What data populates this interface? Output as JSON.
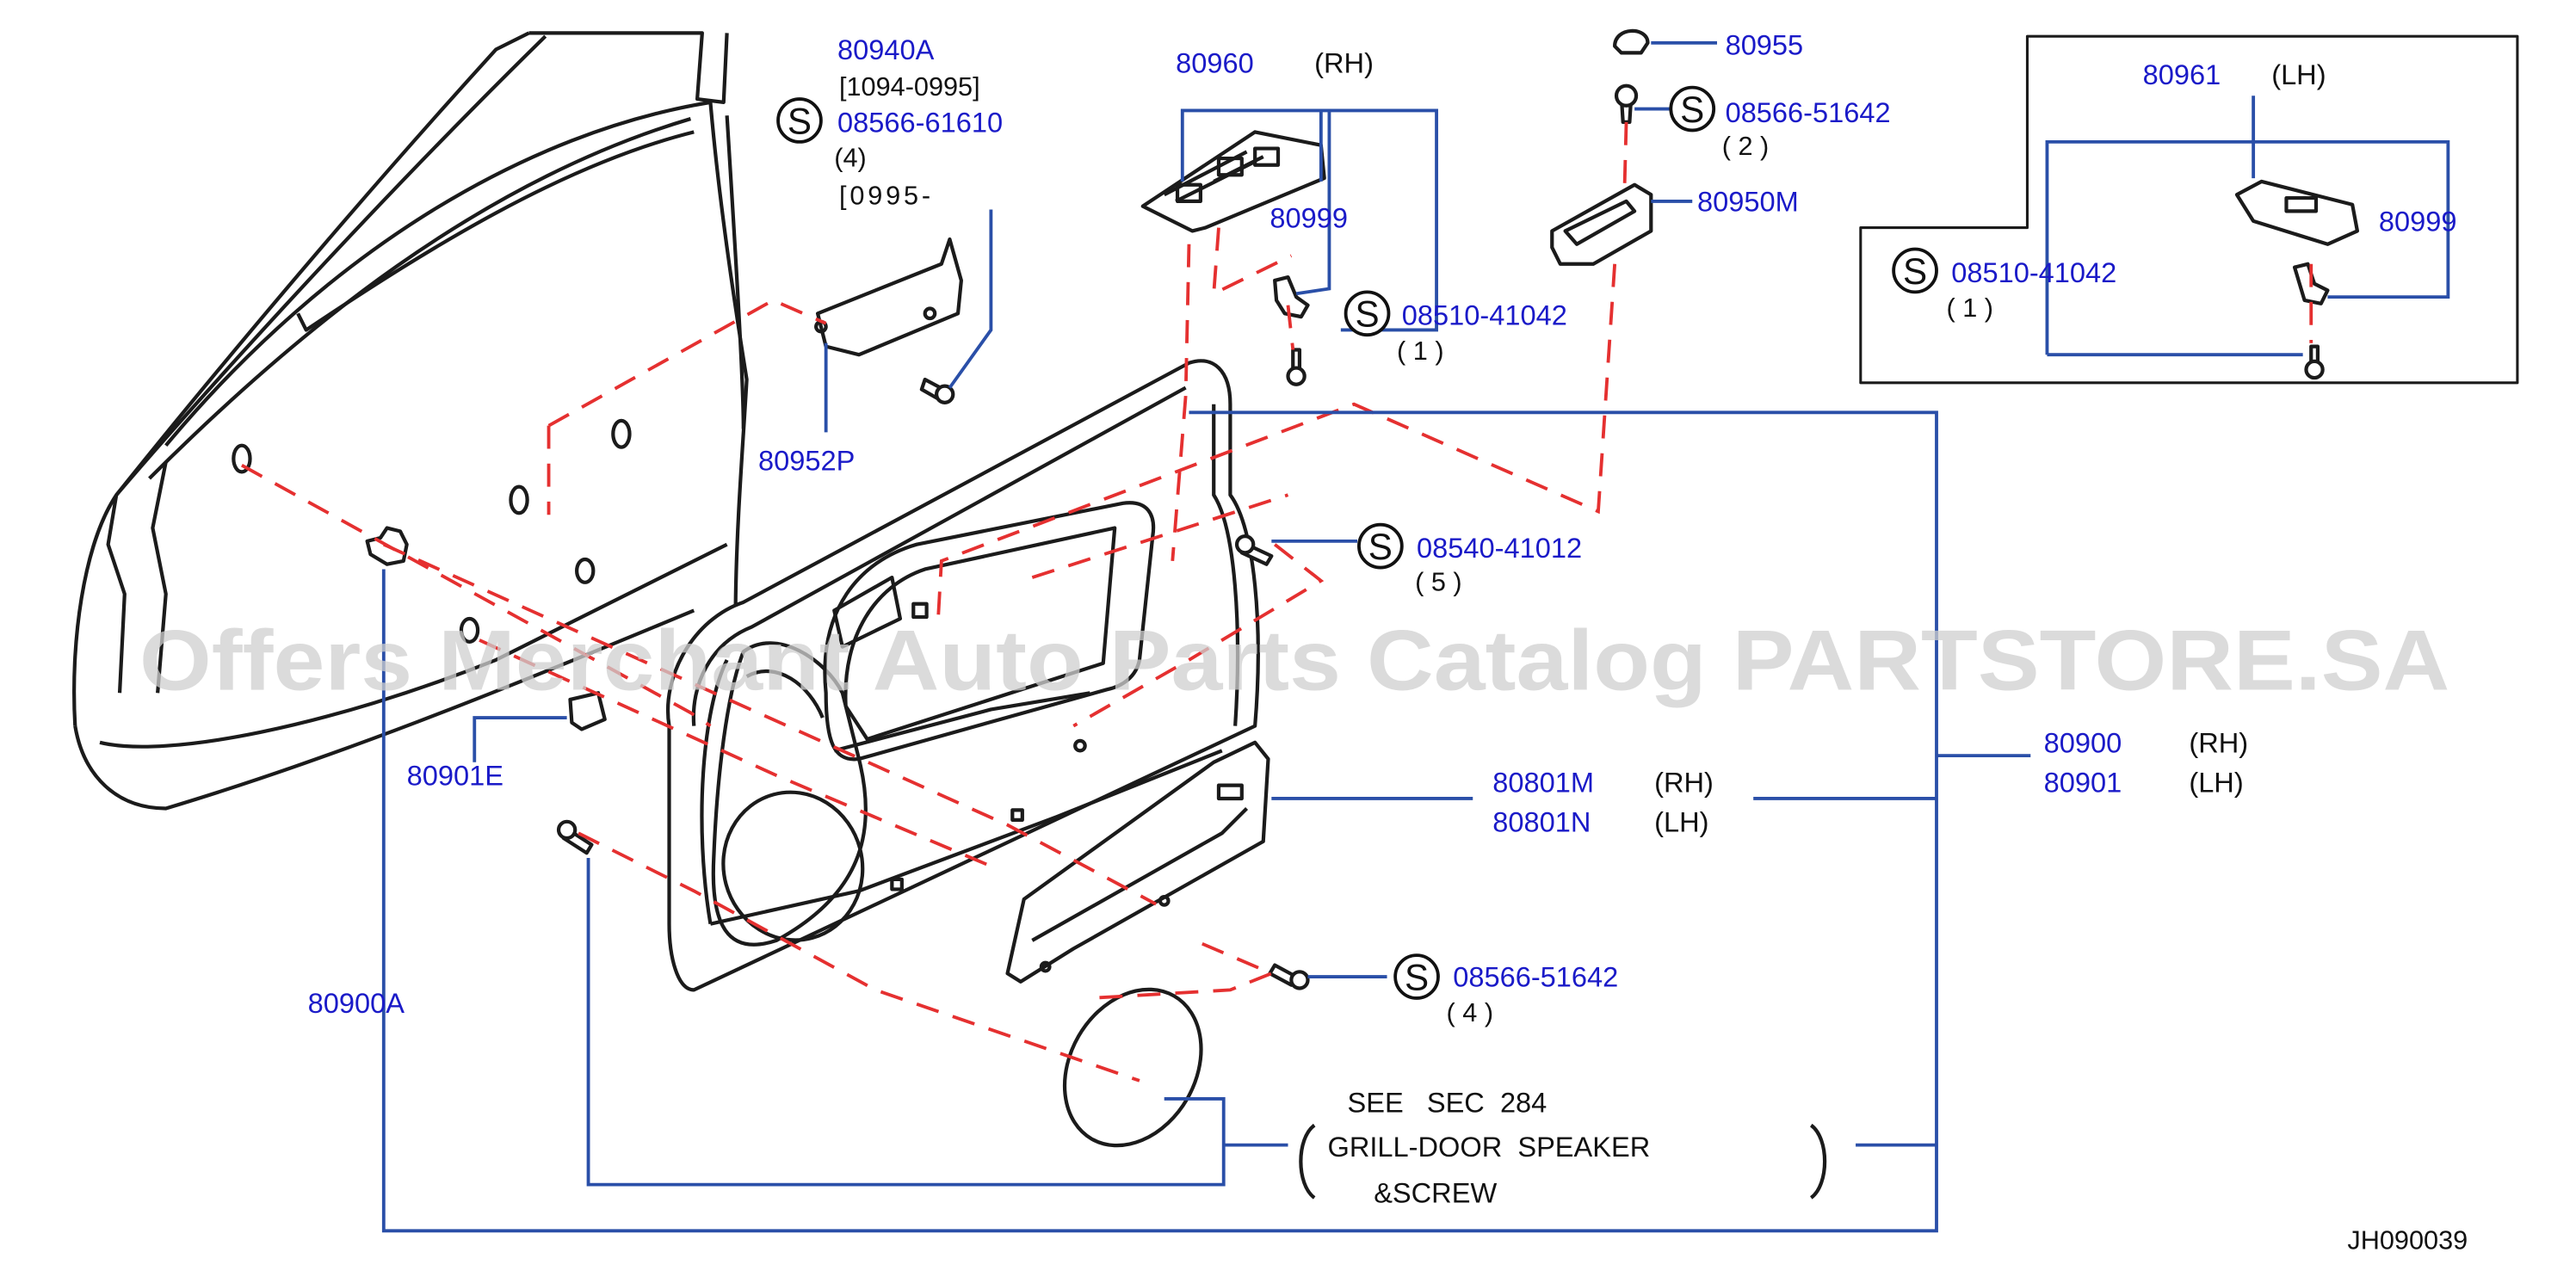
{
  "diagram_id": "JH090039",
  "watermark": "Offers Merchant Auto Parts Catalog PARTSTORE.SA",
  "screw_symbol": "S",
  "callouts": {
    "p80940A": "80940A",
    "p80940A_range": "[1094-0995]",
    "p08566_61610": "08566-61610",
    "p08566_61610_qty": "(4)",
    "p08566_61610_range": "[0995-",
    "p80952P": "80952P",
    "p80960": "80960",
    "p80960_side": "(RH)",
    "p80999_rh": "80999",
    "p08510_41042_rh": "08510-41042",
    "p08510_41042_rh_qty": "( 1 )",
    "p80955": "80955",
    "p08566_51642_top": "08566-51642",
    "p08566_51642_top_qty": "( 2 )",
    "p80950M": "80950M",
    "p80961": "80961",
    "p80961_side": "(LH)",
    "p80999_lh": "80999",
    "p08510_41042_lh": "08510-41042",
    "p08510_41042_lh_qty": "( 1 )",
    "p08540_41012": "08540-41012",
    "p08540_41012_qty": "( 5 )",
    "p80900": "80900",
    "p80900_side": "(RH)",
    "p80901": "80901",
    "p80901_side": "(LH)",
    "p80801M": "80801M",
    "p80801M_side": "(RH)",
    "p80801N": "80801N",
    "p80801N_side": "(LH)",
    "p80901E": "80901E",
    "p08566_51642_bot": "08566-51642",
    "p08566_51642_bot_qty": "( 4 )",
    "p80900A": "80900A"
  },
  "see_section": {
    "line1": "SEE   SEC  284",
    "line2": "GRILL-DOOR  SPEAKER",
    "line3": "&SCREW"
  },
  "colors": {
    "part_number": "#1a1ac8",
    "leader_line": "#2a4fa8",
    "dashed_guide": "#e53030",
    "watermark": "#cfcfcf"
  }
}
